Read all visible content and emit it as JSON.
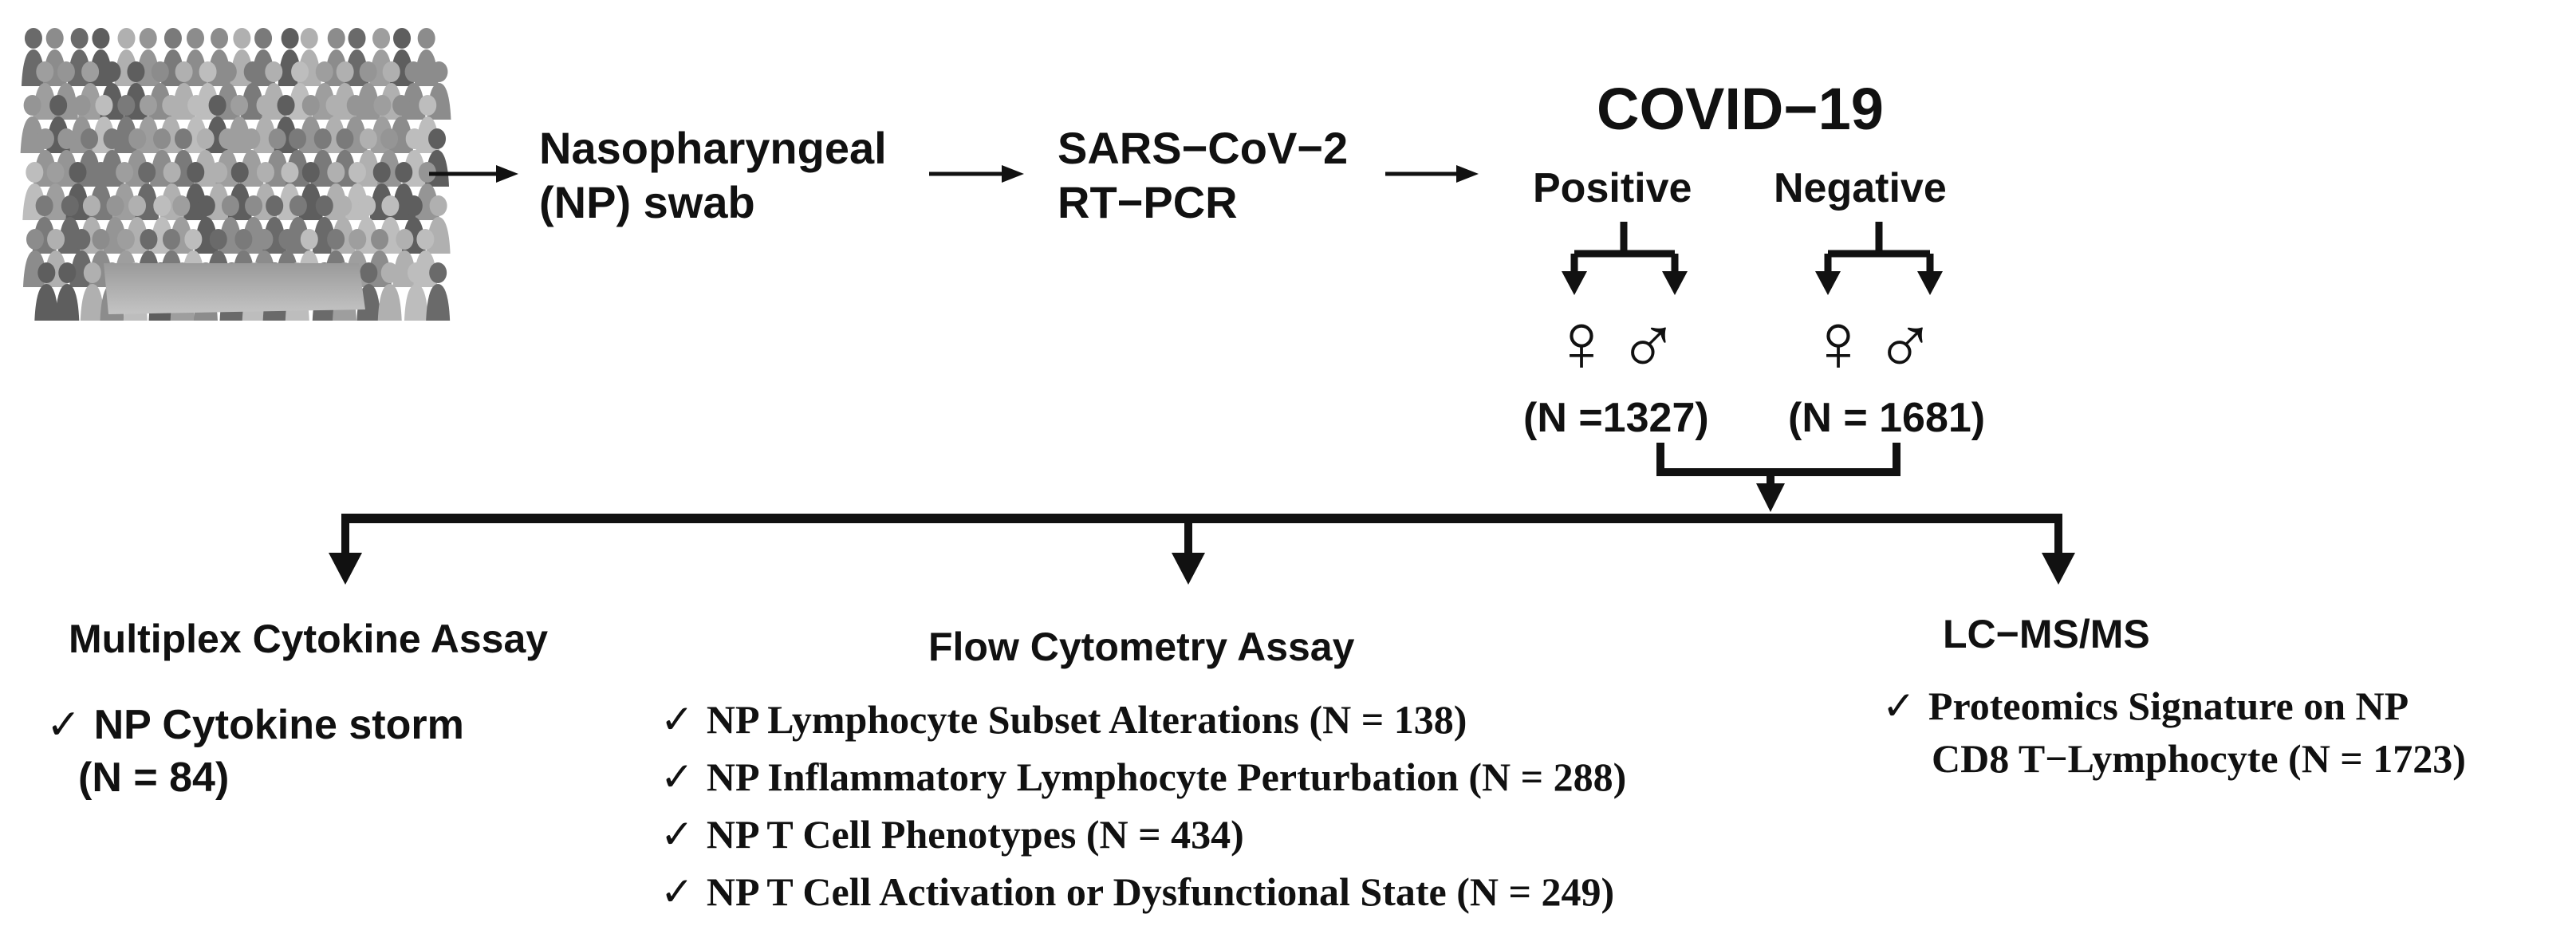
{
  "flow": {
    "crowd_icon": "crowd-of-people-icon",
    "steps": [
      "Nasopharyngeal\n(NP) swab",
      "SARS−CoV−2\nRT−PCR"
    ],
    "outcome": {
      "title": "COVID−19",
      "positive": {
        "label": "Positive",
        "count": "(N =1327)"
      },
      "negative": {
        "label": "Negative",
        "count": "(N = 1681)"
      },
      "female_symbol": "♀",
      "male_symbol": "♂"
    }
  },
  "assays": [
    {
      "title": "Multiplex Cytokine Assay",
      "findings": [
        "NP Cytokine storm",
        "(N = 84)"
      ]
    },
    {
      "title": "Flow Cytometry Assay",
      "findings": [
        "NP Lymphocyte Subset Alterations (N = 138)",
        "NP Inflammatory Lymphocyte Perturbation (N = 288)",
        "NP T Cell Phenotypes (N = 434)",
        "NP T Cell Activation or Dysfunctional State (N = 249)"
      ]
    },
    {
      "title": "LC−MS/MS",
      "findings": [
        "Proteomics Signature on NP",
        "CD8 T−Lymphocyte (N = 1723)"
      ]
    }
  ],
  "check_mark": "✓",
  "colors": {
    "ink": "#111111",
    "crowd_light": "#c8c8c8",
    "crowd_dark": "#555555"
  }
}
